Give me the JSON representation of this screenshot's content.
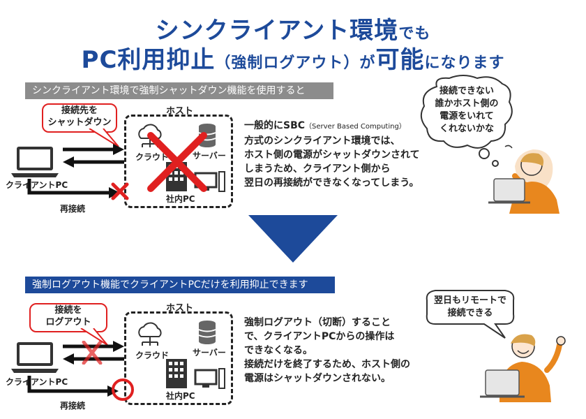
{
  "title": {
    "line1_main": "シンクライアント環境",
    "line1_small": "でも",
    "line2_main1": "PC利用抑止",
    "line2_paren": "（強制ログアウト）",
    "line2_small1": "が",
    "line2_main2": "可能",
    "line2_small2": "になります"
  },
  "section1": {
    "banner": "シンクライアント環境で強制シャットダウン機能を使用すると",
    "callout": [
      "接続先を",
      "シャットダウン"
    ],
    "host_label": "ホスト",
    "cloud_label": "クラウド",
    "server_label": "サーバー",
    "office_label": "社内PC",
    "client_label": "クライアントPC",
    "reconnect_label": "再接続",
    "para_line1_main": "一般的にSBC",
    "para_line1_sub": "（Server Based Computing）",
    "para_lines": [
      "方式のシンクライアント環境では、",
      "ホスト側の電源がシャットダウンされて",
      "しまうため、クライアント側から",
      "翌日の再接続ができなくなってしまう。"
    ],
    "thought": [
      "接続できない",
      "誰かホスト側の",
      "電源をいれて",
      "くれないかな"
    ]
  },
  "section2": {
    "banner": "強制ログアウト機能でクライアントPCだけを利用抑止できます",
    "callout": [
      "接続を",
      "ログアウト"
    ],
    "host_label": "ホスト",
    "cloud_label": "クラウド",
    "server_label": "サーバー",
    "office_label": "社内PC",
    "client_label": "クライアントPC",
    "reconnect_label": "再接続",
    "para_lines": [
      "強制ログアウト（切断）すること",
      "で、クライアントPCからの操作は",
      "できなくなる。",
      "接続だけを終了するため、ホスト側の",
      "電源はシャットダウンされない。"
    ],
    "speech": [
      "翌日もリモートで",
      "接続できる"
    ]
  },
  "colors": {
    "brand_blue": "#1d4a9a",
    "red": "#e02020",
    "orange": "#e8871e",
    "gray": "#8c8c8c"
  }
}
